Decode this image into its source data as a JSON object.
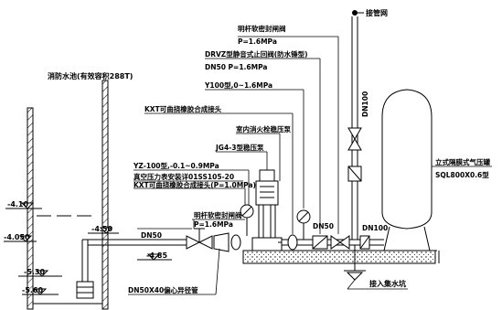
{
  "labels": {
    "pool": "消防水池(有效容积288T)",
    "level_410": "-4.10",
    "level_450": "-4.50",
    "level_4050": "-4.050",
    "level_485": "-4.85",
    "level_530": "-5.30",
    "level_560": "-5.60",
    "gate_valve_left_name": "明杆软密封闸阀",
    "gate_valve_left_p": "P=1.6MPa",
    "dn50_left": "DN50",
    "suction_pipe": "DN50X40偏心异径管",
    "vacuum_gauge": "YZ-100型,-0.1~0.9MPa",
    "vacuum_gauge_install": "真空压力表安装详01SS105-20",
    "kxt_left": "KXT可曲挠橡胶合成接头(P=1.0MPa)",
    "pump": "JG4-3型稳压泵",
    "indoor_pump": "室内消火栓稳压泵",
    "kxt_right": "KXT可曲挠橡胶合成接头",
    "pressure_gauge": "Y100型,0~1.6MPa",
    "check_valve_name": "DRVZ型静音式止回阀(防水锤型)",
    "check_valve_p": "DN50 P=1.6MPa",
    "gate_valve_top_name": "明杆软密封闸阀",
    "gate_valve_top_p": "P=1.6MPa",
    "dn50_right": "DN50",
    "dn100_v": "DN100",
    "dn100_tank": "DN100",
    "connect_pipe": "接管网",
    "tank_name": "立式隔膜式气压罐",
    "tank_model": "SQL800X0.6型",
    "drain": "接入集水坑"
  }
}
